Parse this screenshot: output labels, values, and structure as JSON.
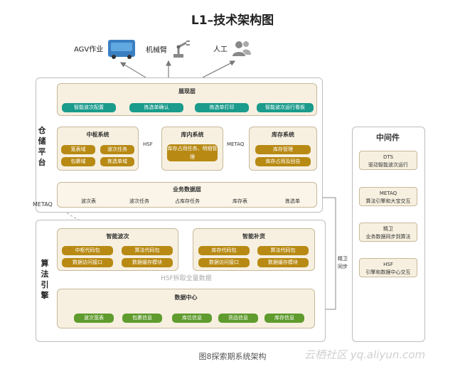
{
  "title": "L1–技术架构图",
  "actors": {
    "agv": "AGV作业",
    "robot_arm": "机械臂",
    "human": "人工"
  },
  "warehouse_platform": {
    "label_chars": [
      "仓",
      "储",
      "平",
      "台"
    ],
    "display_layer": {
      "title": "展现层",
      "items": [
        "智能波次配置",
        "拣选单确认",
        "拣选单打印",
        "智能波次运行看板"
      ]
    },
    "hub_system": {
      "title": "中枢系统",
      "items": [
        "宽表域",
        "波次任务",
        "包裹域",
        "拣选单域"
      ]
    },
    "hsf_label": "HSF",
    "inner_system": {
      "title": "库内系统",
      "items": [
        "库存占用任务、明细管理"
      ]
    },
    "metaq_label": "METAQ",
    "inventory_system": {
      "title": "库存系统",
      "items": [
        "库存管理",
        "库存占用及回告"
      ]
    },
    "business_data_layer": {
      "title": "业务数据层",
      "items": [
        "波次表",
        "波次任务",
        "占库存任务",
        "库存表",
        "拣选单"
      ]
    }
  },
  "metaq_side_label": "METAQ",
  "algorithm_engine": {
    "label_chars": [
      "算",
      "法",
      "引",
      "擎"
    ],
    "smart_wave": {
      "title": "智能波次",
      "items": [
        "中枢代码包",
        "算法代码包",
        "数据访问接口",
        "数据缓存模块"
      ]
    },
    "smart_replenish": {
      "title": "智能补货",
      "items": [
        "库存代码包",
        "算法代码包",
        "数据访问接口",
        "数据缓存模块"
      ]
    },
    "hsf_fetch_label": "HSF拆取全量数据",
    "data_center": {
      "title": "数据中心",
      "items": [
        "波次宽表",
        "包裹信息",
        "库位信息",
        "货品信息",
        "库存信息"
      ]
    }
  },
  "sync_label": [
    "精卫",
    "同步"
  ],
  "middleware": {
    "title": "中间件",
    "items": [
      [
        "DTS",
        "驱动智能波次运行"
      ],
      [
        "METAQ",
        "算法引擎和大宝交互"
      ],
      [
        "精卫",
        "业务数据同步到算法"
      ],
      [
        "HSF",
        "引擎和数据中心交互"
      ]
    ]
  },
  "caption": "图8探索期系统架构",
  "watermark": "云栖社区 yq.aliyun.com",
  "colors": {
    "teal": "#1a9b8c",
    "gold": "#b88a14",
    "green": "#5f9b2d",
    "box_fill": "#f7f0e0"
  }
}
